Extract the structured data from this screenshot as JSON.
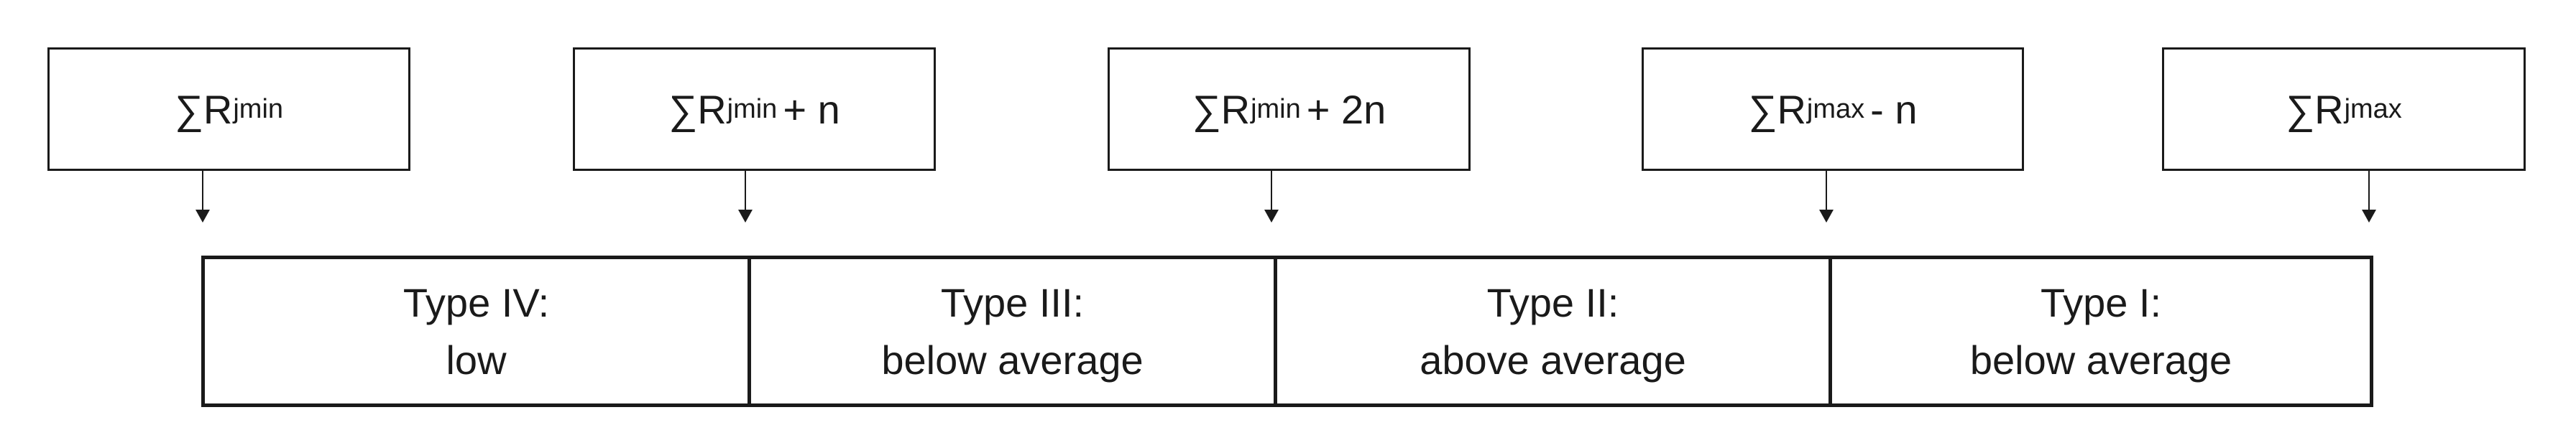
{
  "thresholds": [
    {
      "symbol": "∑R",
      "subscript": "jmin",
      "suffix": ""
    },
    {
      "symbol": "∑R",
      "subscript": "jmin",
      "suffix": "+ n"
    },
    {
      "symbol": "∑R",
      "subscript": "jmin",
      "suffix": "+ 2n"
    },
    {
      "symbol": "∑R",
      "subscript": "jmax",
      "suffix": "- n"
    },
    {
      "symbol": "∑R",
      "subscript": "jmax",
      "suffix": ""
    }
  ],
  "types": [
    {
      "type": "Type IV:",
      "description": "low"
    },
    {
      "type": "Type III:",
      "description": "below average"
    },
    {
      "type": "Type II:",
      "description": "above average"
    },
    {
      "type": "Type I:",
      "description": "below average"
    }
  ]
}
